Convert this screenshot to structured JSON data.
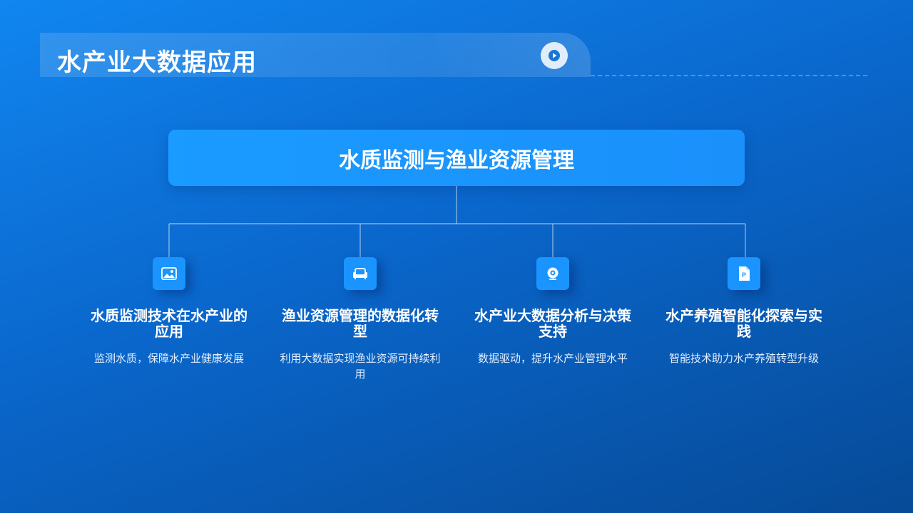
{
  "header": {
    "title": "水产业大数据应用"
  },
  "main": {
    "title": "水质监测与渔业资源管理"
  },
  "items": [
    {
      "icon": "image-icon",
      "title": "水质监测技术在水产业的应用",
      "desc": "监测水质，保障水产业健康发展"
    },
    {
      "icon": "sofa-icon",
      "title": "渔业资源管理的数据化转型",
      "desc": "利用大数据实现渔业资源可持续利用"
    },
    {
      "icon": "webcam-icon",
      "title": "水产业大数据分析与决策支持",
      "desc": "数据驱动，提升水产业管理水平"
    },
    {
      "icon": "ppt-file-icon",
      "title": "水产养殖智能化探索与实践",
      "desc": "智能技术助力水产养殖转型升级"
    }
  ],
  "colors": {
    "accent": "#1a95ff",
    "background_start": "#1186f0",
    "background_end": "#064a97"
  }
}
